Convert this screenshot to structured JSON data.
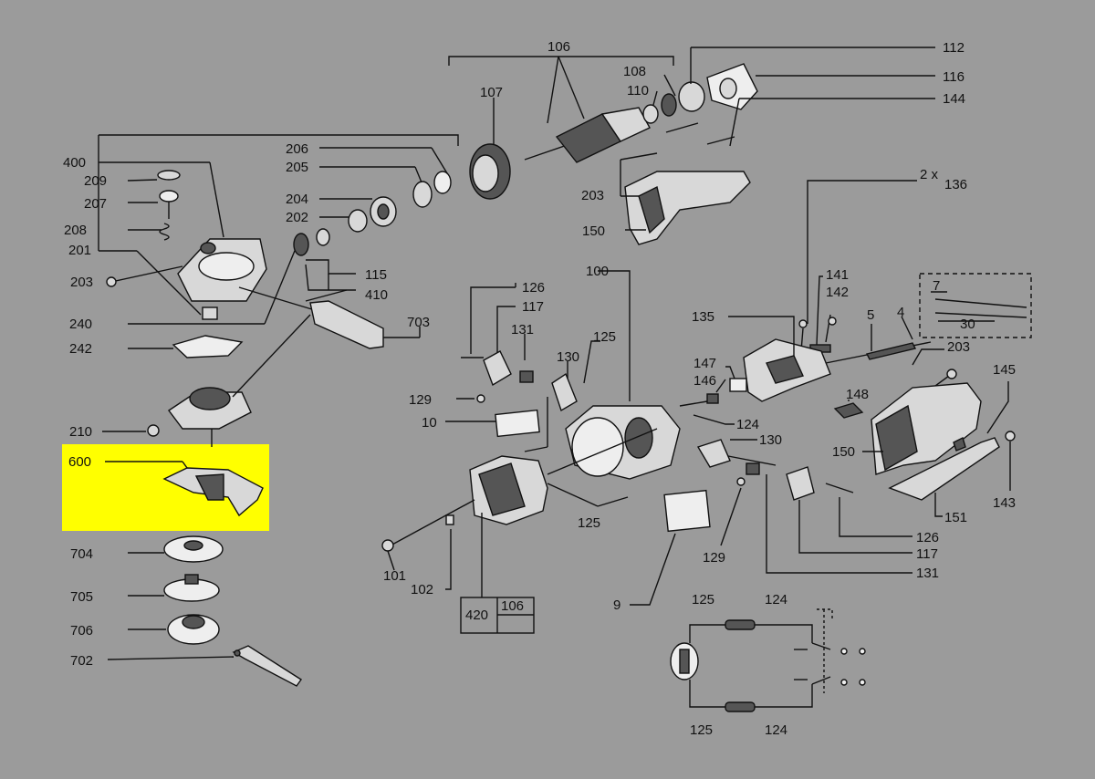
{
  "highlight_color": "#ffff00",
  "background_color": "#9b9b9b",
  "labels": {
    "l106": "106",
    "l112": "112",
    "l116": "116",
    "l108": "108",
    "l110": "110",
    "l107": "107",
    "l144": "144",
    "l400": "400",
    "l209": "209",
    "l207": "207",
    "l208": "208",
    "l201": "201",
    "l203a": "203",
    "l206": "206",
    "l205": "205",
    "l204": "204",
    "l202": "202",
    "l115": "115",
    "l410": "410",
    "l240": "240",
    "l242": "242",
    "l703": "703",
    "l203b": "203",
    "l150a": "150",
    "l136": "136",
    "l2x": "2 x",
    "l100": "100",
    "l126a": "126",
    "l117a": "117",
    "l131a": "131",
    "l130a": "130",
    "l125a": "125",
    "l129a": "129",
    "l10": "10",
    "l210": "210",
    "l600": "600",
    "l141": "141",
    "l142": "142",
    "l135": "135",
    "l5": "5",
    "l4": "4",
    "l7": "7",
    "l30": "30",
    "l203c": "203",
    "l147": "147",
    "l146": "146",
    "l148": "148",
    "l145": "145",
    "l124a": "124",
    "l130b": "130",
    "l150b": "150",
    "l125b": "125",
    "l126b": "126",
    "l117b": "117",
    "l151": "151",
    "l143": "143",
    "l131b": "131",
    "l129b": "129",
    "l101": "101",
    "l102": "102",
    "l420": "420",
    "l106b": "106",
    "l9": "9",
    "l704": "704",
    "l705": "705",
    "l706": "706",
    "l702": "702",
    "l125c": "125",
    "l124b": "124",
    "l125d": "125",
    "l124c": "124"
  }
}
